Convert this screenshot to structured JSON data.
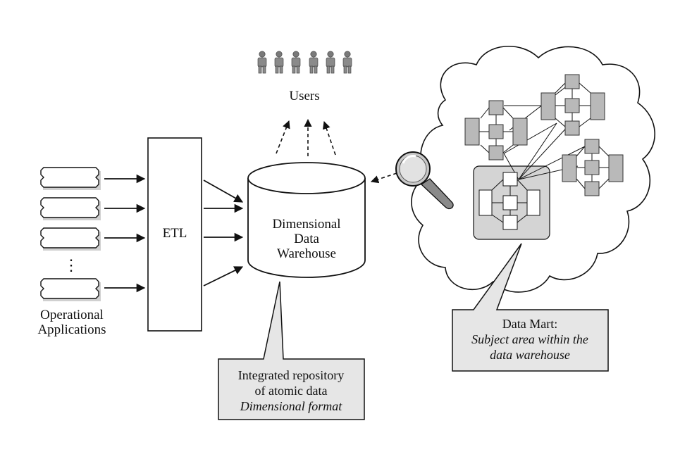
{
  "users": {
    "label": "Users",
    "count": 6
  },
  "operational": {
    "line1": "Operational",
    "line2": "Applications",
    "ellipsis": "⋮"
  },
  "etl": {
    "label": "ETL"
  },
  "warehouse": {
    "line1": "Dimensional",
    "line2": "Data",
    "line3": "Warehouse"
  },
  "repository_callout": {
    "line1": "Integrated repository",
    "line2": "of atomic data",
    "line3": "Dimensional format"
  },
  "datamart_callout": {
    "line1": "Data Mart:",
    "line2": "Subject area within the",
    "line3": "data warehouse"
  },
  "colors": {
    "ink": "#111111",
    "callout_fill": "#e6e6e6",
    "box_fill": "#b9b9b9",
    "mart_fill": "#d4d4d4"
  }
}
